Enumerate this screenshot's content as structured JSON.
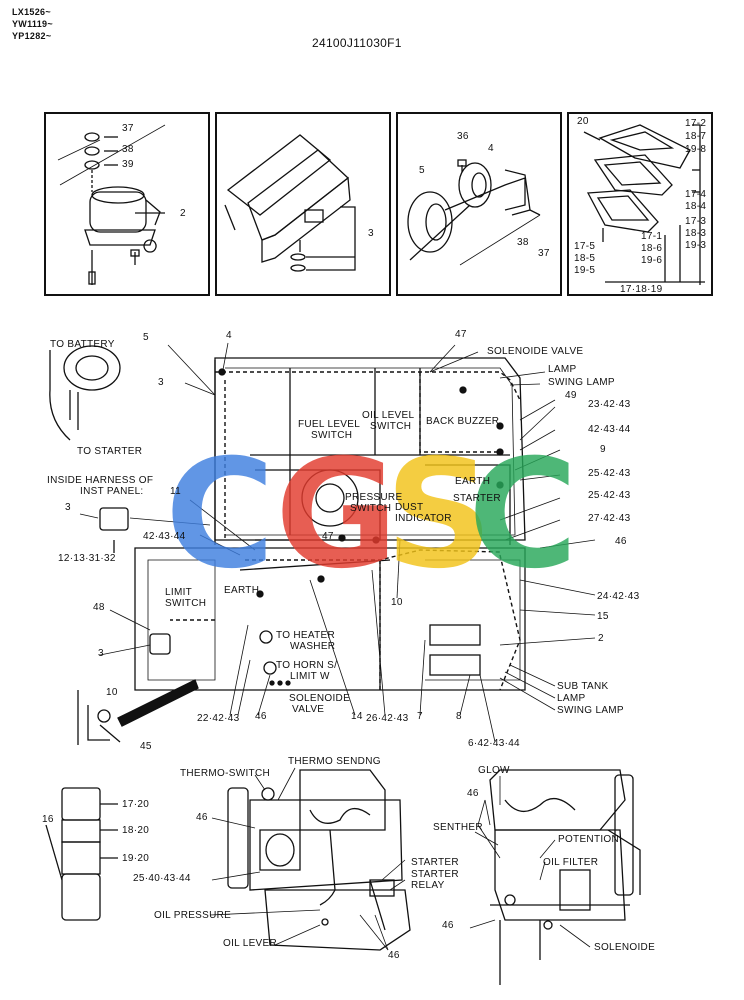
{
  "models": [
    "LX1526~",
    "YW1119~",
    "YP1282~"
  ],
  "drawing_number": "24100J11030F1",
  "watermark": {
    "letters": [
      "C",
      "G",
      "S",
      "C"
    ],
    "colors": [
      "#3f7fe0",
      "#e23b2e",
      "#f2c318",
      "#28a85a"
    ]
  },
  "panels": {
    "p1": [
      "37",
      "38",
      "39",
      "2"
    ],
    "p2": [
      "3"
    ],
    "p3": [
      "36",
      "4",
      "5",
      "38",
      "37"
    ],
    "p4": [
      "20",
      "17-2",
      "18-7",
      "19-8",
      "17-4",
      "18-4",
      "17-3",
      "18-3",
      "19-3",
      "17-1",
      "18-6",
      "19-6",
      "17-5",
      "18-5",
      "19-5",
      "17·18·19"
    ]
  },
  "main": {
    "to_battery": "TO BATTERY",
    "to_starter": "TO STARTER",
    "inside_harness_1": "INSIDE HARNESS OF",
    "inside_harness_2": "INST PANEL:",
    "callout_11": "11",
    "callout_3a": "3",
    "callout_12": "12·13·31·32",
    "callout_5": "5",
    "callout_4": "4",
    "callout_3b": "3",
    "callout_47a": "47",
    "solenoide_valve_top": "SOLENOIDE VALVE",
    "lamp_top": "LAMP",
    "swing_lamp_top": "SWING LAMP",
    "callout_49": "49",
    "fuel_level_1": "FUEL LEVEL",
    "fuel_level_2": "SWITCH",
    "oil_level_1": "OIL LEVEL",
    "oil_level_2": "SWITCH",
    "back_buzzer": "BACK BUZZER",
    "r_23": "23·42·43",
    "r_42": "42·43·44",
    "r_9": "9",
    "earth_r": "EARTH",
    "r_25a": "25·42·43",
    "starter": "STARTER",
    "r_25b": "25·42·43",
    "pressure_1": "PRESSURE",
    "pressure_2": "SWITCH",
    "dust_1": "DUST",
    "dust_2": "INDICATOR",
    "r_27": "27·42·43",
    "l_42": "42·43·44",
    "callout_47b": "47",
    "callout_46a": "46",
    "earth_l": "EARTH",
    "limit_1": "LIMIT",
    "limit_2": "SWITCH",
    "callout_10a": "10",
    "r_24": "24·42·43",
    "callout_48": "48",
    "callout_15": "15",
    "heater_1": "TO HEATER",
    "heater_2": "WASHER",
    "callout_3c": "3",
    "callout_2": "2",
    "horn_1": "TO HORN S/",
    "horn_2": "LIMIT W",
    "sub_tank": "SUB TANK",
    "callout_10b": "10",
    "solenoide_bottom_1": "SOLENOIDE",
    "solenoide_bottom_2": "VALVE",
    "lamp_bottom": "LAMP",
    "swing_lamp_bottom": "SWING LAMP",
    "callout_45": "45",
    "b_22": "22·42·43",
    "b_46": "46",
    "b_14": "14",
    "b_26": "26·42·43",
    "b_7": "7",
    "b_8": "8",
    "b_6": "6·42·43·44"
  },
  "engine_left": {
    "thermo_sending": "THERMO SENDNG",
    "thermo_switch": "THERMO-SWITCH",
    "callout_46a": "46",
    "starter": "STARTER",
    "callout_25": "25·40·43·44",
    "starter_relay_1": "STARTER",
    "starter_relay_2": "RELAY",
    "oil_pressure": "OIL PRESSURE",
    "oil_lever": "OIL LEVER",
    "callout_46b": "46"
  },
  "battery_stack": {
    "callout_16": "16",
    "labels": [
      "17·20",
      "18·20",
      "19·20"
    ]
  },
  "engine_right": {
    "glow": "GLOW",
    "callout_46a": "46",
    "senther": "SENTHER",
    "potention": "POTENTION",
    "oil_filter": "OIL FILTER",
    "callout_46b": "46",
    "solenoide": "SOLENOIDE"
  }
}
